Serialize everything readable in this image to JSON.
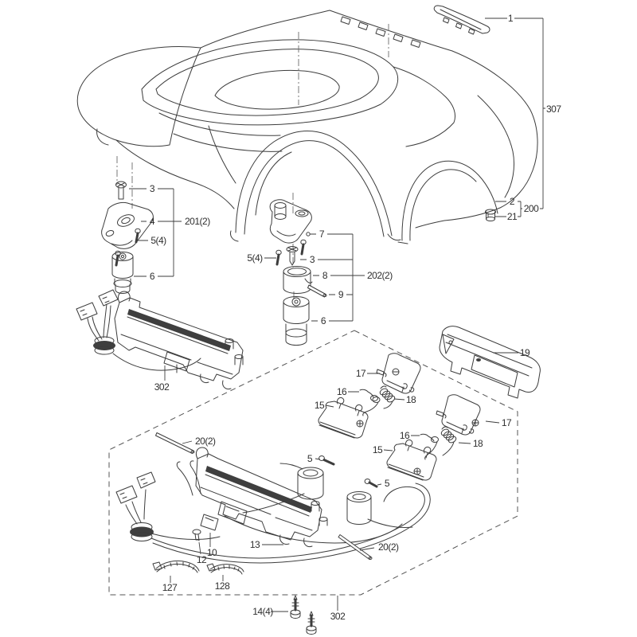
{
  "figure": {
    "type": "exploded-parts-diagram",
    "background": "#ffffff",
    "line_color": "#3d3d3d",
    "label_color": "#2f2f2f",
    "callouts": [
      {
        "label": "1"
      },
      {
        "label": "307"
      },
      {
        "label": "2"
      },
      {
        "label": "21"
      },
      {
        "label": "200"
      },
      {
        "label": "3"
      },
      {
        "label": "4"
      },
      {
        "label": "201(2)"
      },
      {
        "label": "5(4)"
      },
      {
        "label": "6"
      },
      {
        "label": "7"
      },
      {
        "label": "5(4)"
      },
      {
        "label": "3"
      },
      {
        "label": "8"
      },
      {
        "label": "202(2)"
      },
      {
        "label": "9"
      },
      {
        "label": "6"
      },
      {
        "label": "302"
      },
      {
        "label": "19"
      },
      {
        "label": "17"
      },
      {
        "label": "16"
      },
      {
        "label": "15"
      },
      {
        "label": "18"
      },
      {
        "label": "17"
      },
      {
        "label": "16"
      },
      {
        "label": "15"
      },
      {
        "label": "18"
      },
      {
        "label": "20(2)"
      },
      {
        "label": "5"
      },
      {
        "label": "5"
      },
      {
        "label": "13"
      },
      {
        "label": "10"
      },
      {
        "label": "12"
      },
      {
        "label": "20(2)"
      },
      {
        "label": "127"
      },
      {
        "label": "128"
      },
      {
        "label": "14(4)"
      },
      {
        "label": "302"
      }
    ]
  }
}
